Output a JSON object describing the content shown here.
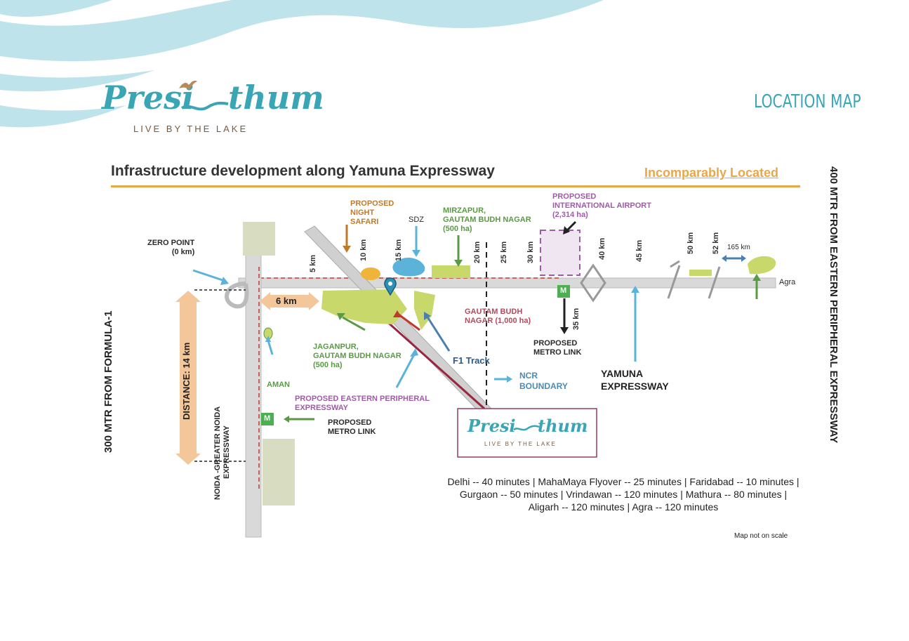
{
  "brand": {
    "logo_left": "Presi",
    "logo_right": "thum",
    "tagline": "LIVE BY THE LAKE"
  },
  "page_heading": "LOCATION MAP",
  "map": {
    "title": "Infrastructure development along Yamuna Expressway",
    "subtitle": "Incomparably Located",
    "side_left": "300 MTR FROM FORMULA-1",
    "side_right": "400 MTR FROM EASTERN PERIPHERAL EXPRESSWAY",
    "labels": {
      "zero_point": "ZERO POINT",
      "zero_km": "(0 km)",
      "night_safari_1": "PROPOSED",
      "night_safari_2": "NIGHT",
      "night_safari_3": "SAFARI",
      "sdz": "SDZ",
      "mirzapur_1": "MIRZAPUR,",
      "mirzapur_2": "GAUTAM BUDH NAGAR",
      "mirzapur_3": "(500 ha)",
      "airport_1": "PROPOSED",
      "airport_2": "INTERNATIONAL AIRPORT",
      "airport_3": "(2,314 ha)",
      "km_165": "165 km",
      "agra": "Agra",
      "six_km": "6 km",
      "gbn_1": "GAUTAM BUDH",
      "gbn_2": "NAGAR (1,000 ha)",
      "metro_link_1": "PROPOSED",
      "metro_link_2": "METRO LINK",
      "km_35": "35 km",
      "jaganpur_1": "JAGANPUR,",
      "jaganpur_2": "GAUTAM BUDH NAGAR",
      "jaganpur_3": "(500 ha)",
      "f1_track": "F1 Track",
      "ncr_1": "NCR",
      "ncr_2": "BOUNDARY",
      "yamuna_1": "YAMUNA",
      "yamuna_2": "EXPRESSWAY",
      "distance": "DISTANCE: 14 km",
      "aman": "AMAN",
      "epe_1": "PROPOSED EASTERN PERIPHERAL",
      "epe_2": "EXPRESSWAY",
      "metro2_1": "PROPOSED",
      "metro2_2": "METRO LINK",
      "noida_1": "NOIDA -GREATER NOIDA",
      "noida_2": "EXPRESSWAY",
      "metro_m": "M"
    },
    "distances": [
      "5 km",
      "10 km",
      "15 km",
      "20 km",
      "25 km",
      "30 km",
      "40 km",
      "45 km",
      "50 km",
      "52 km"
    ],
    "travel_times": [
      "Delhi -- 40 minutes |  MahaMaya Flyover -- 25 minutes | Faridabad -- 10 minutes |",
      "Gurgaon -- 50 minutes | Vrindawan -- 120 minutes | Mathura -- 80 minutes |",
      "Aligarh -- 120 minutes | Agra -- 120 minutes"
    ],
    "note": "Map not on scale"
  },
  "colors": {
    "teal": "#3aa6b5",
    "orange_bar": "#e8a84a",
    "green_zone": "#c8d86a",
    "red_line": "#c0392b"
  }
}
